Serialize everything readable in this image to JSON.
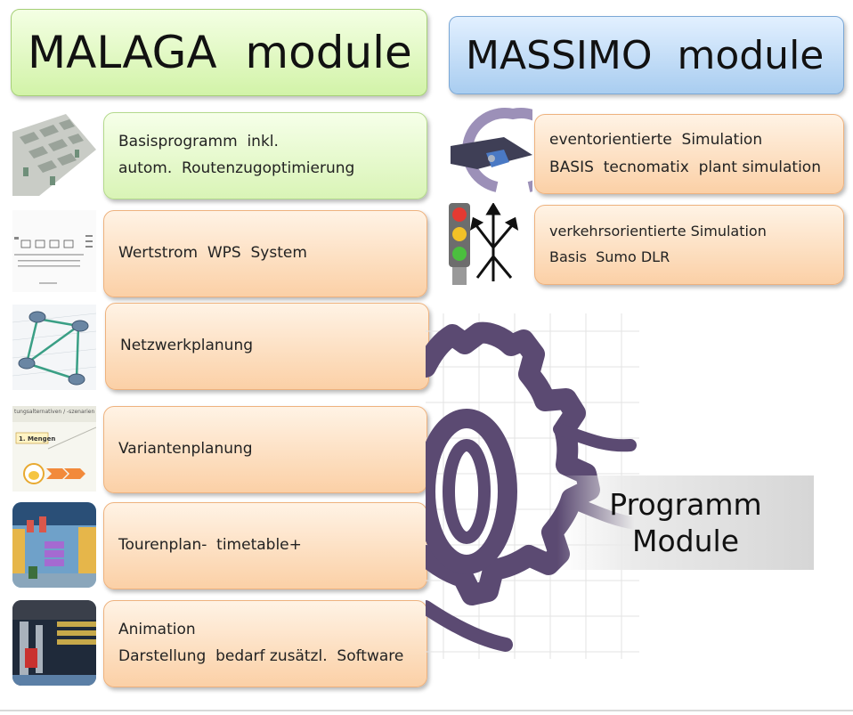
{
  "headers": {
    "malaga": "MALAGA  module",
    "massimo": "MASSIMO  module"
  },
  "malaga_boxes": [
    {
      "line1": "Basisprogramm  inkl.",
      "line2": "autom.  Routenzugoptimierung"
    },
    {
      "line1": "Wertstrom  WPS  System",
      "line2": ""
    },
    {
      "line1": "Netzwerkplanung",
      "line2": ""
    },
    {
      "line1": "Variantenplanung",
      "line2": ""
    },
    {
      "line1": "Tourenplan-  timetable+",
      "line2": ""
    },
    {
      "line1": "Animation",
      "line2": "Darstellung  bedarf zusätzl.  Software"
    }
  ],
  "massimo_boxes": [
    {
      "line1": "eventorientierte  Simulation",
      "line2": "BASIS  tecnomatix  plant simulation"
    },
    {
      "line1": "verkehrsorientierte Simulation",
      "line2": "Basis  Sumo DLR"
    }
  ],
  "thumbnails": {
    "variant": {
      "tab": "tungsalternativen / -szenarien",
      "label": "1. Mengen"
    }
  },
  "program_label": {
    "line1": "Programm",
    "line2": "Module"
  },
  "colors": {
    "gear": "#5b4a72",
    "green_box": "#d9f4b6",
    "orange_box": "#fbd0a6",
    "blue_header": "#a9cdf0"
  }
}
